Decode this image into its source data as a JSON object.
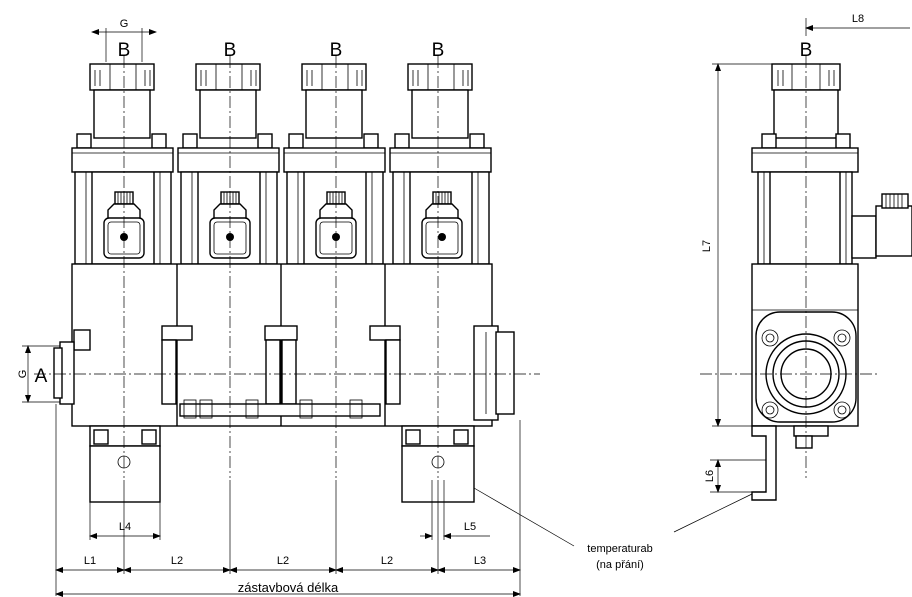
{
  "labels": {
    "port_b": "B",
    "port_a": "A",
    "g_top": "G",
    "g_left": "G",
    "l1": "L1",
    "l2": "L2",
    "l3": "L3",
    "l4": "L4",
    "l5": "L5",
    "l6": "L6",
    "l7": "L7",
    "l8": "L8",
    "installation_length": "zástavbová délka",
    "temperature_line1": "temperaturab",
    "temperature_line2": "(na přání)"
  }
}
